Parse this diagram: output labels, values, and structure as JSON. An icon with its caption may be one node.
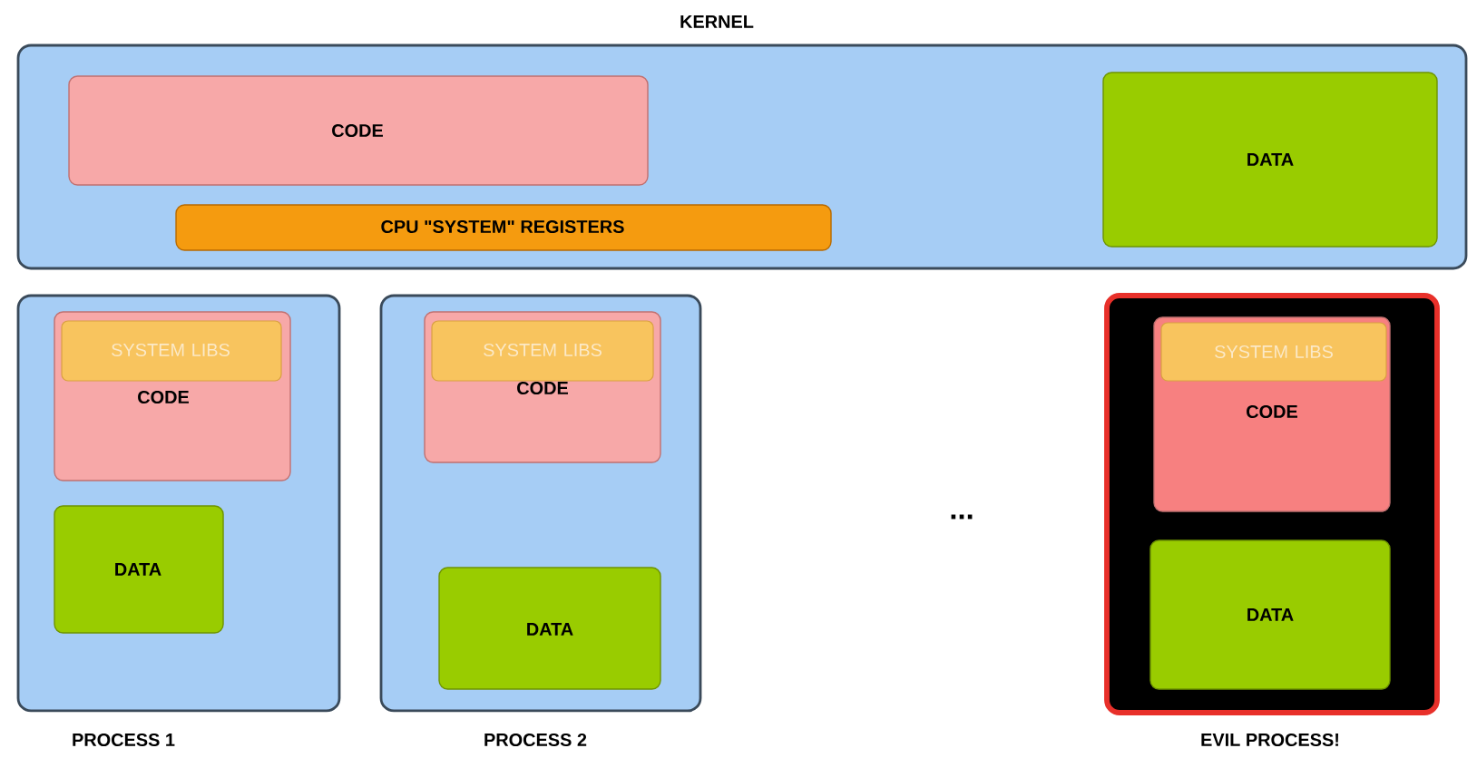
{
  "diagram": {
    "nodes": [
      {
        "text": [
          "KERNEL"
        ]
      },
      {
        "text": [
          "CODE"
        ],
        "in": 0
      },
      {
        "text": [
          "CPU \"SYSTEM\" REGISTERS"
        ],
        "in": 0
      },
      {
        "text": [
          "DATA"
        ],
        "in": 0
      },
      {
        "text": [
          "PROCESS 1"
        ]
      },
      {
        "text": [
          "CODE"
        ],
        "in": 4
      },
      {
        "text": [
          "SYSTEM LIBS"
        ],
        "in": 5
      },
      {
        "text": [
          "DATA"
        ],
        "in": 4
      },
      {
        "text": [
          "PROCESS 2"
        ]
      },
      {
        "text": [
          "CODE"
        ],
        "in": 8
      },
      {
        "text": [
          "SYSTEM LIBS"
        ],
        "in": 9
      },
      {
        "text": [
          "DATA"
        ],
        "in": 8
      },
      {
        "text": [
          "EVIL PROCESS!"
        ]
      },
      {
        "text": [
          "CODE"
        ],
        "in": 12
      },
      {
        "text": [
          "SYSTEM LIBS"
        ],
        "in": 13
      },
      {
        "text": [
          "DATA"
        ],
        "in": 12
      }
    ],
    "labels": [
      "..."
    ]
  }
}
